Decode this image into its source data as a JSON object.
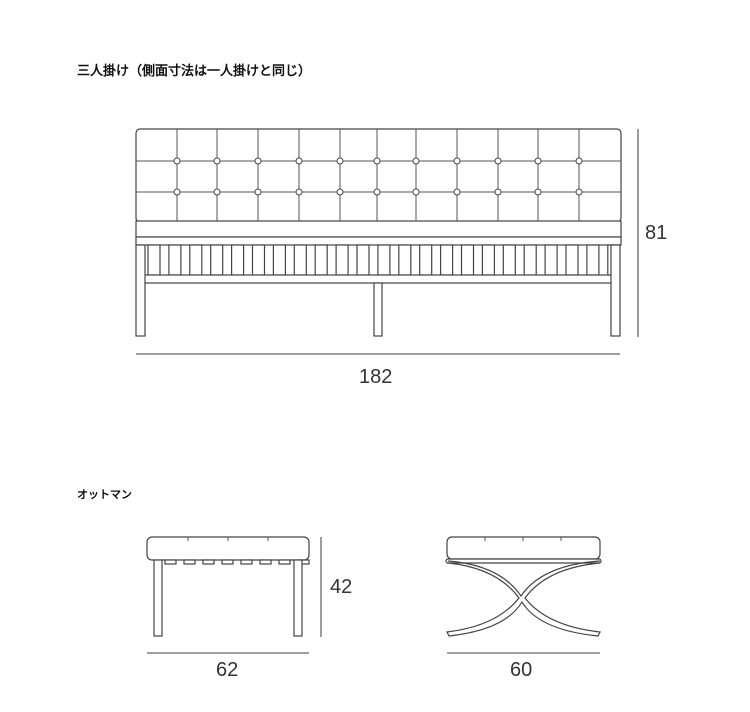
{
  "sofa_section": {
    "title": "三人掛け（側面寸法は一人掛けと同じ）",
    "width_label": "182",
    "height_label": "81"
  },
  "ottoman_section": {
    "title": "オットマン",
    "front": {
      "width_label": "62",
      "height_label": "42"
    },
    "side": {
      "width_label": "60"
    }
  }
}
